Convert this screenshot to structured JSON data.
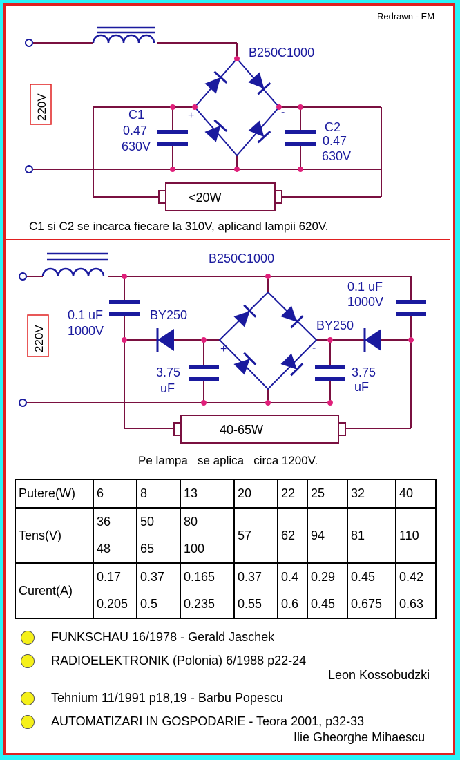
{
  "credit": "Redrawn - EM",
  "circuit1": {
    "voltage": "220V",
    "bridge": "B250C1000",
    "c1_name": "C1",
    "c1_value": "0.47",
    "c1_voltage": "630V",
    "c2_name": "C2",
    "c2_value": "0.47",
    "c2_voltage": "630V",
    "plus": "+",
    "minus": "-",
    "lamp": "<20W",
    "note": "C1 si C2 se incarca fiecare la 310V, aplicand lampii 620V."
  },
  "circuit2": {
    "voltage": "220V",
    "bridge": "B250C1000",
    "cap_left_value": "0.1 uF",
    "cap_left_voltage": "1000V",
    "cap_right_value": "0.1 uF",
    "cap_right_voltage": "1000V",
    "diode_left": "BY250",
    "diode_right": "BY250",
    "cap_mid_left_value": "3.75",
    "cap_mid_left_unit": "uF",
    "cap_mid_right_value": "3.75",
    "cap_mid_right_unit": "uF",
    "plus": "+",
    "minus": "-",
    "lamp": "40-65W",
    "note": "Pe lampa   se aplica   circa 1200V."
  },
  "table": {
    "putere_label": "Putere(W)",
    "putere": [
      "6",
      "8",
      "13",
      "20",
      "22",
      "25",
      "32",
      "40"
    ],
    "tens_label": "Tens(V)",
    "tens_top": [
      "36",
      "50",
      "80"
    ],
    "tens_bottom": [
      "48",
      "65",
      "100"
    ],
    "tens_single": [
      "57",
      "62",
      "94",
      "81",
      "110"
    ],
    "curent_label": "Curent(A)",
    "curent_top": [
      "0.17",
      "0.37",
      "0.165",
      "0.37",
      "0.4",
      "0.29",
      "0.45",
      "0.42"
    ],
    "curent_bottom": [
      "0.205",
      "0.5",
      "0.235",
      "0.55",
      "0.6",
      "0.45",
      "0.675",
      "0.63"
    ]
  },
  "references": [
    {
      "text": "FUNKSCHAU 16/1978 - Gerald Jaschek",
      "author": ""
    },
    {
      "text": "RADIOELEKTRONIK (Polonia) 6/1988 p22-24",
      "author": "Leon Kossobudzki"
    },
    {
      "text": "Tehnium 11/1991 p18,19 - Barbu Popescu",
      "author": ""
    },
    {
      "text": "AUTOMATIZARI IN GOSPODARIE - Teora 2001, p32-33",
      "author": "Ilie Gheorghe Mihaescu"
    }
  ]
}
